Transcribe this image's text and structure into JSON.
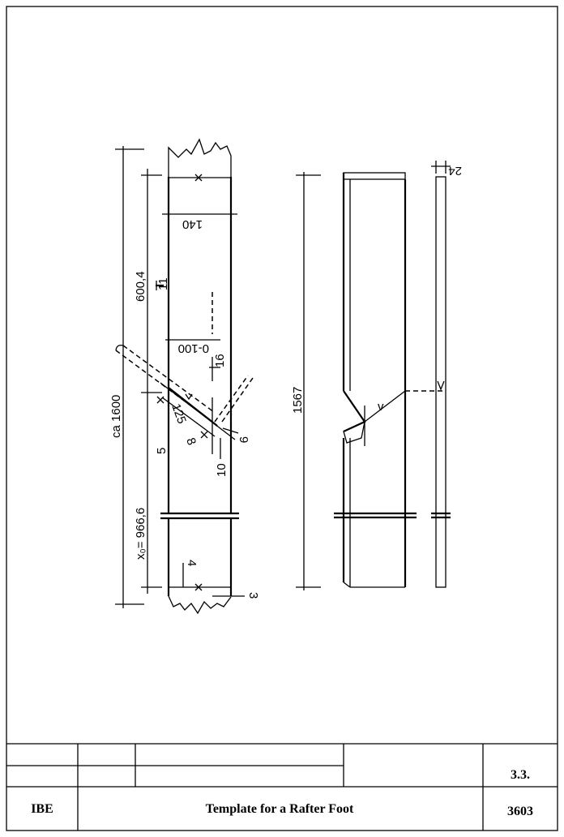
{
  "drawing": {
    "left_view": {
      "width_dim": "140",
      "upper_length_dim": "600,4",
      "overall_length_dim": "ca 1600",
      "lower_length_dim": "x₀= 966,6",
      "offset_11": "11",
      "range_dim": "0-100",
      "offset_16": "16",
      "angle_dim": "125",
      "offset_5": "5",
      "offset_8": "8",
      "offset_9": "9",
      "offset_10": "10",
      "offset_4": "4",
      "offset_3": "3"
    },
    "middle_view": {
      "length_dim": "1567",
      "angle_mark": "v"
    },
    "right_view": {
      "thickness_dim": "24"
    }
  },
  "title_block": {
    "company": "IBE",
    "title": "Template for a Rafter Foot",
    "section": "3.3.",
    "number": "3603"
  }
}
